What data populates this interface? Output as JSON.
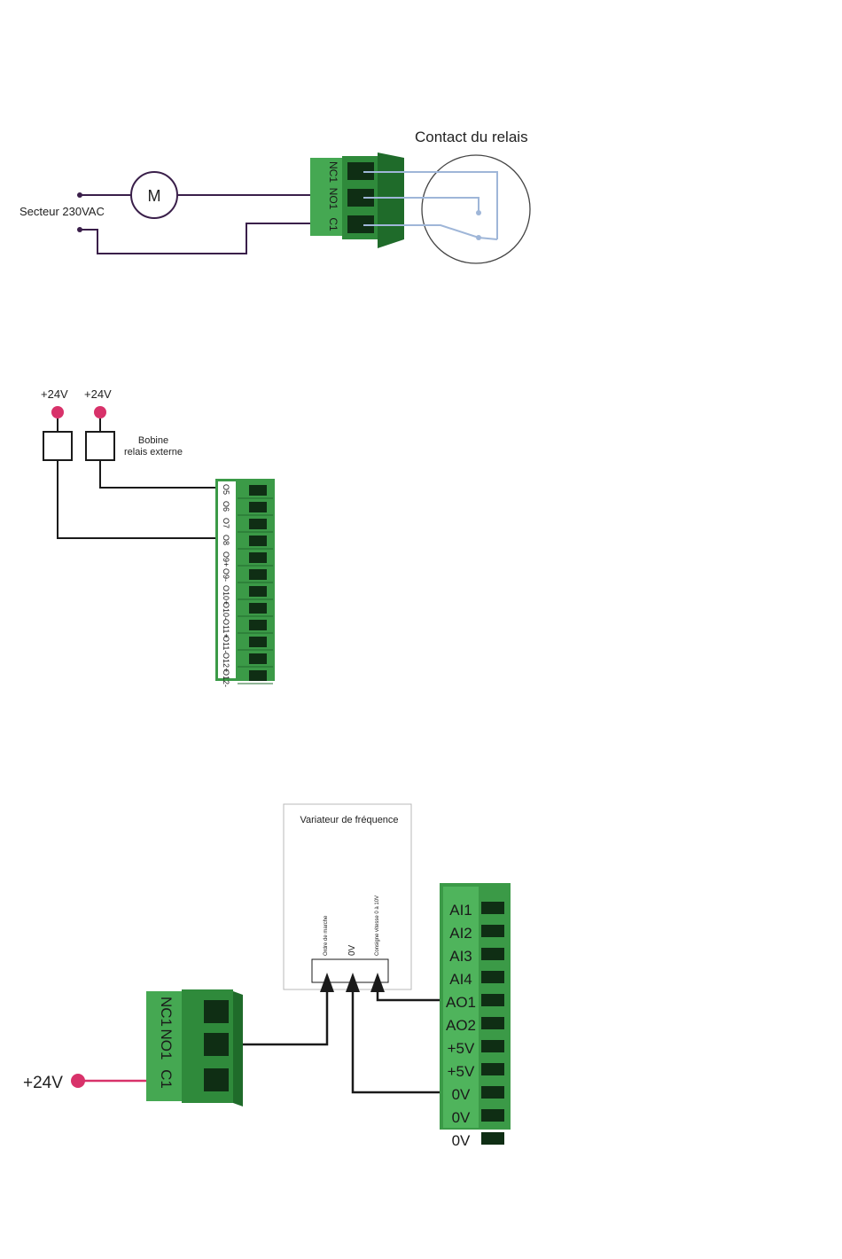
{
  "diagram1": {
    "relay_contact_title": "Contact du relais",
    "mains_label": "Secteur 230VAC",
    "motor_label": "M",
    "terminals": [
      "NC1",
      "NO1",
      "C1"
    ]
  },
  "diagram2": {
    "supply_labels": [
      "+24V",
      "+24V"
    ],
    "coil_label_line1": "Bobine",
    "coil_label_line2": "relais externe",
    "terminals": [
      "O5",
      "O6",
      "O7",
      "O8",
      "O9+",
      "O9-",
      "O10+",
      "O10-",
      "O11+",
      "O11-",
      "O12+",
      "O12-"
    ]
  },
  "diagram3": {
    "vfd_title": "Variateur de fréquence",
    "vfd_inputs": [
      "Ordre de marche",
      "0V",
      "Consigne vitesse 0 à 10V"
    ],
    "relay_terminals": [
      "NC1",
      "NO1",
      "C1"
    ],
    "supply_label": "+24V",
    "io_terminals": [
      "AI1",
      "AI2",
      "AI3",
      "AI4",
      "AO1",
      "AO2",
      "+5V",
      "+5V",
      "0V",
      "0V",
      "0V"
    ]
  },
  "colors": {
    "connector_green": "#3fa34d",
    "connector_dark": "#226b2c",
    "wire_dark": "#1a1a1a",
    "wire_motor": "#3a1f4a",
    "relay_blue": "#9fb6d8",
    "supply_pink": "#d8326a"
  }
}
